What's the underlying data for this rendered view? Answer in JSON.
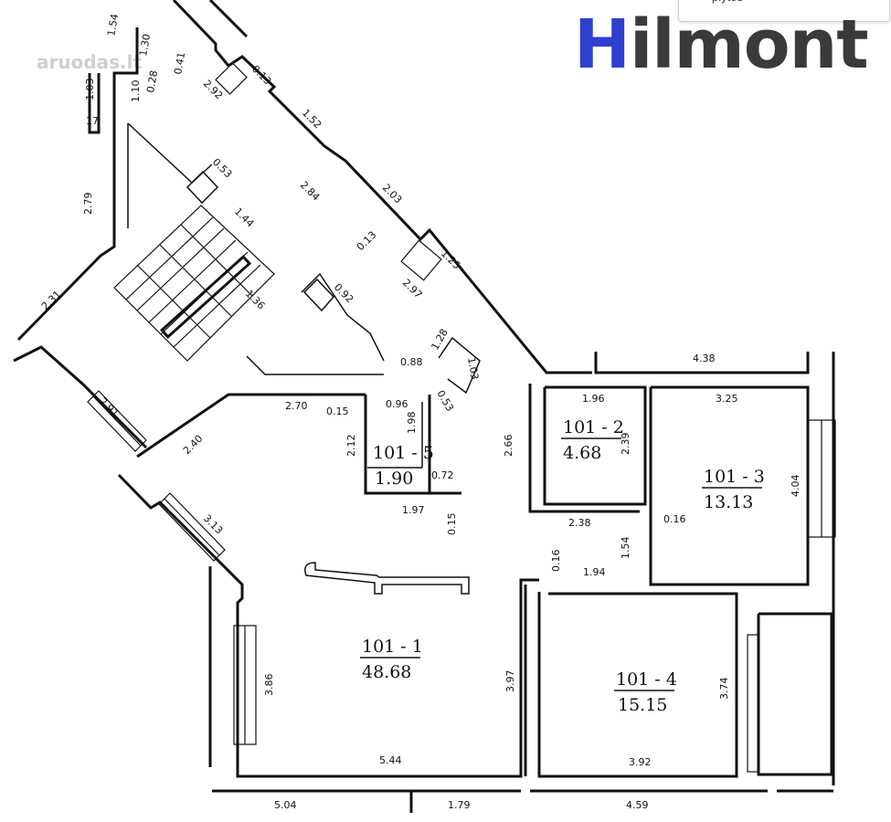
{
  "brand": {
    "logo_first": "H",
    "logo_rest": "ilmont",
    "logo_accent": "#2f3fd0",
    "logo_color": "#3a3a3a"
  },
  "watermark": "aruodas.lt",
  "popup_text": "plytos",
  "rooms": [
    {
      "id": "101 - 1",
      "area": "48.68"
    },
    {
      "id": "101 - 2",
      "area": "4.68"
    },
    {
      "id": "101 - 3",
      "area": "13.13"
    },
    {
      "id": "101 - 4",
      "area": "15.15"
    },
    {
      "id": "101 - 5",
      "area": "1.90"
    }
  ],
  "dimensions": {
    "d_1_54": "1.54",
    "d_1_30": "1.30",
    "d_0_41": "0.41",
    "d_0_28": "0.28",
    "d_1_03_left": "1.03",
    "d_1_10": "1.10",
    "d_17": "17",
    "d_2_79": "2.79",
    "d_2_31": "2.31",
    "d_2_91": "2.91",
    "d_0_13_top": "0.13",
    "d_2_92": "2.92",
    "d_1_52": "1.52",
    "d_0_53_top": "0.53",
    "d_2_84": "2.84",
    "d_2_03": "2.03",
    "d_1_44": "1.44",
    "d_0_13_mid": "0.13",
    "d_1_25": "1.25",
    "d_2_97": "2.97",
    "d_0_92": "0.92",
    "d_1_36": "1.36",
    "d_1_28": "1.28",
    "d_0_88": "0.88",
    "d_1_03_mid": "1.03",
    "d_0_53_mid": "0.53",
    "d_2_70": "2.70",
    "d_0_15_a": "0.15",
    "d_0_96": "0.96",
    "d_1_98": "1.98",
    "d_2_12": "2.12",
    "d_0_72": "0.72",
    "d_1_97": "1.97",
    "d_0_15_b": "0.15",
    "d_2_40": "2.40",
    "d_3_13": "3.13",
    "d_2_66": "2.66",
    "d_4_38": "4.38",
    "d_1_96": "1.96",
    "d_2_39": "2.39",
    "d_3_25": "3.25",
    "d_4_04": "4.04",
    "d_2_38": "2.38",
    "d_0_16_a": "0.16",
    "d_1_54_mid": "1.54",
    "d_0_16_b": "0.16",
    "d_1_94": "1.94",
    "d_3_86": "3.86",
    "d_3_97": "3.97",
    "d_3_74": "3.74",
    "d_5_44": "5.44",
    "d_3_92": "3.92",
    "d_5_04": "5.04",
    "d_1_79": "1.79",
    "d_4_59": "4.59"
  }
}
